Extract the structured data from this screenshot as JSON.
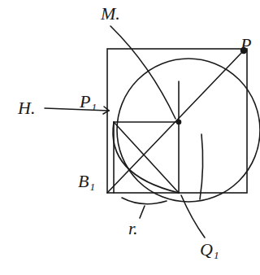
{
  "diagram": {
    "labels": [
      "M.",
      "P",
      "P₁",
      "H.",
      "B₁",
      "r.",
      "Q₁"
    ]
  }
}
